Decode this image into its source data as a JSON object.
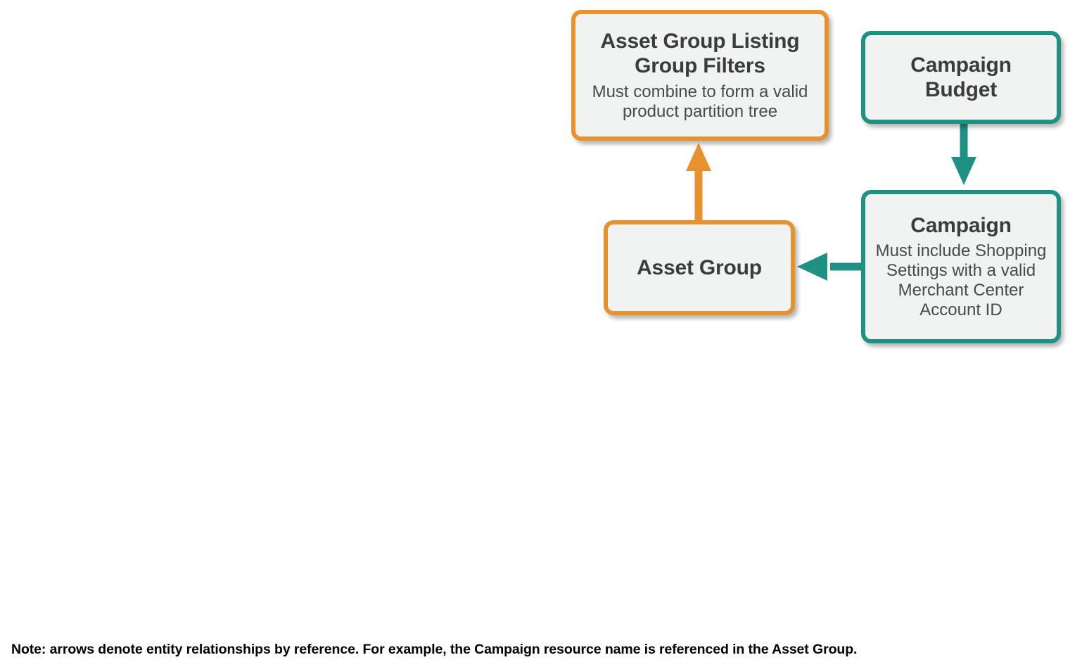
{
  "diagram": {
    "type": "entity-relationship",
    "background": "#ffffff",
    "colors": {
      "orange": "#E8922E",
      "teal": "#1E9183",
      "node_fill": "#F1F2F2",
      "node_text": "#3c3c3c",
      "footnote_text": "#000000"
    },
    "nodes": [
      {
        "id": "asset-group-listing-group-filters",
        "title": "Asset Group Listing Group Filters",
        "subtitle": "Must combine to form a valid product partition tree",
        "color": "orange"
      },
      {
        "id": "campaign-budget",
        "title": "Campaign Budget",
        "subtitle": "",
        "color": "teal"
      },
      {
        "id": "asset-group",
        "title": "Asset Group",
        "subtitle": "",
        "color": "orange"
      },
      {
        "id": "campaign",
        "title": "Campaign",
        "subtitle": "Must include Shopping Settings with a valid Merchant Center Account ID",
        "color": "teal"
      }
    ],
    "edges": [
      {
        "id": "asset-group-to-listing-group-filters",
        "from": "asset-group",
        "to": "asset-group-listing-group-filters",
        "direction": "up",
        "color": "orange"
      },
      {
        "id": "campaign-budget-to-campaign",
        "from": "campaign-budget",
        "to": "campaign",
        "direction": "down",
        "color": "teal"
      },
      {
        "id": "campaign-to-asset-group",
        "from": "campaign",
        "to": "asset-group",
        "direction": "left",
        "color": "teal"
      }
    ],
    "footnote": "Note: arrows denote entity relationships by reference. For example, the Campaign resource name is referenced in the Asset Group."
  }
}
